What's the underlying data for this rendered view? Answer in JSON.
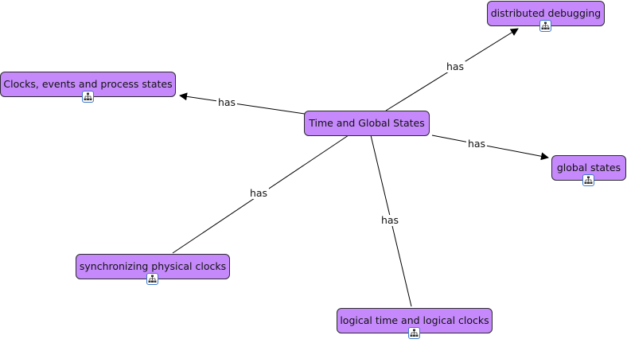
{
  "concept_map": {
    "nodes": {
      "center": "Time and Global States",
      "distributed_debugging": "distributed debugging",
      "clocks_events": "Clocks, events and process states",
      "global_states": "global states",
      "sync_clocks": "synchronizing physical clocks",
      "logical_time": "logical time and logical clocks"
    },
    "edge_labels": {
      "to_distributed_debugging": "has",
      "to_clocks_events": "has",
      "to_global_states": "has",
      "to_sync_clocks": "has",
      "to_logical_time": "has"
    },
    "colors": {
      "node_fill": "#c589fb",
      "node_border": "#2b2b2b",
      "link_icon_border": "#3b78c9"
    },
    "icons": {
      "resource_link": "sub-map-link-icon"
    }
  }
}
